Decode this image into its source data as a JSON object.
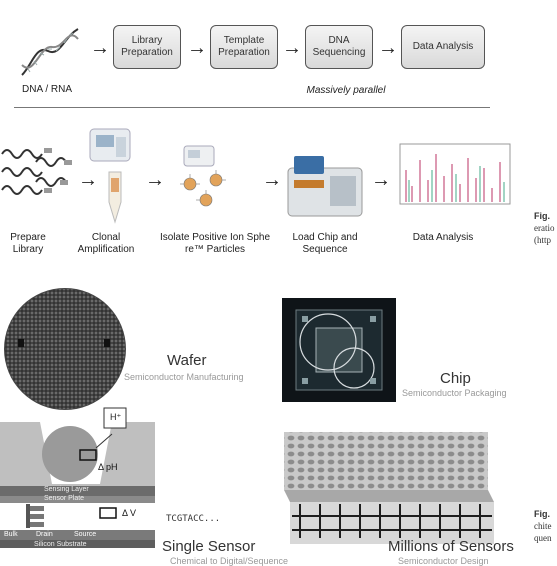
{
  "workflow": {
    "input_label": "DNA / RNA",
    "steps": [
      "Library Preparation",
      "Template Preparation",
      "DNA Sequencing",
      "Data Analysis"
    ],
    "parallel_label": "Massively parallel"
  },
  "process": {
    "steps": [
      "Prepare Library",
      "Clonal Amplification",
      "Isolate Positive Ion Sphe re™ Particles",
      "Load Chip and Sequence",
      "Data Analysis"
    ],
    "caption_title": "Fig.",
    "caption_lines": [
      "eratio",
      "(http"
    ]
  },
  "tech": {
    "wafer_title": "Wafer",
    "wafer_sub": "Semiconductor Manufacturing",
    "chip_title": "Chip",
    "chip_sub": "Semiconductor Packaging",
    "sensor_title": "Single Sensor",
    "sensor_sub": "Chemical to Digital/Sequence",
    "millions_title": "Millions of Sensors",
    "millions_sub": "Semiconductor Design",
    "sequence_text": "TCGTACC...",
    "diagram": {
      "ion": "H⁺",
      "delta_ph": "Δ pH",
      "delta_v": "Δ V",
      "sensing_layer": "Sensing Layer",
      "sensor_plate": "Sensor Plate",
      "bulk": "Bulk",
      "drain": "Drain",
      "source": "Source",
      "substrate": "Silicon Substrate"
    },
    "caption_title": "Fig.",
    "caption_lines": [
      "chite",
      "quen"
    ]
  }
}
